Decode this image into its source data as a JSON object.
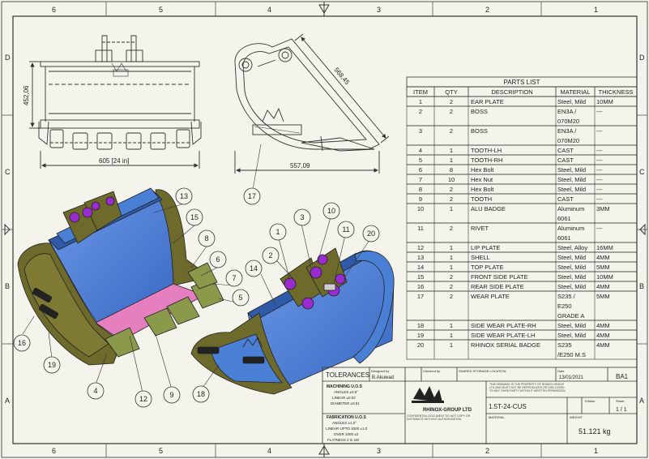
{
  "zones": {
    "cols_top": [
      "6",
      "5",
      "4",
      "3",
      "2",
      "1"
    ],
    "cols_bottom": [
      "6",
      "5",
      "4",
      "3",
      "2",
      "1"
    ],
    "rows_left": [
      "D",
      "C",
      "B",
      "A"
    ],
    "rows_right": [
      "D",
      "C",
      "B",
      "A"
    ]
  },
  "dimensions": {
    "front_height": "452,06",
    "front_width": "605 [24 in]",
    "side_diagonal": "568,45",
    "side_width": "557,09"
  },
  "balloons": [
    "13",
    "15",
    "8",
    "6",
    "7",
    "5",
    "16",
    "19",
    "4",
    "12",
    "9",
    "18",
    "1",
    "3",
    "10",
    "11",
    "20",
    "2",
    "14",
    "17"
  ],
  "parts_list": {
    "title": "PARTS LIST",
    "headers": [
      "ITEM",
      "QTY",
      "DESCRIPTION",
      "MATERIAL",
      "THICKNESS"
    ],
    "rows": [
      {
        "item": "1",
        "qty": "2",
        "desc": "EAR PLATE",
        "mat": [
          "Steel, Mild"
        ],
        "thk": "10MM"
      },
      {
        "item": "2",
        "qty": "2",
        "desc": "BOSS",
        "mat": [
          "EN3A /",
          "070M20"
        ],
        "thk": "---"
      },
      {
        "item": "3",
        "qty": "2",
        "desc": "BOSS",
        "mat": [
          "EN3A /",
          "070M20"
        ],
        "thk": "---"
      },
      {
        "item": "4",
        "qty": "1",
        "desc": "TOOTH-LH",
        "mat": [
          "CAST"
        ],
        "thk": "---"
      },
      {
        "item": "5",
        "qty": "1",
        "desc": "TOOTH-RH",
        "mat": [
          "CAST"
        ],
        "thk": "---"
      },
      {
        "item": "6",
        "qty": "8",
        "desc": "Hex Bolt",
        "mat": [
          "Steel, Mild"
        ],
        "thk": "---"
      },
      {
        "item": "7",
        "qty": "10",
        "desc": "Hex Nut",
        "mat": [
          "Steel, Mild"
        ],
        "thk": "---"
      },
      {
        "item": "8",
        "qty": "2",
        "desc": "Hex Bolt",
        "mat": [
          "Steel, Mild"
        ],
        "thk": "---"
      },
      {
        "item": "9",
        "qty": "2",
        "desc": "TOOTH",
        "mat": [
          "CAST"
        ],
        "thk": "---"
      },
      {
        "item": "10",
        "qty": "1",
        "desc": "ALU BADGE",
        "mat": [
          "Aluminum",
          "6061"
        ],
        "thk": "3MM"
      },
      {
        "item": "11",
        "qty": "2",
        "desc": "RIVET",
        "mat": [
          "Aluminum",
          "6061"
        ],
        "thk": "---"
      },
      {
        "item": "12",
        "qty": "1",
        "desc": "LIP PLATE",
        "mat": [
          "Steel, Alloy"
        ],
        "thk": "16MM"
      },
      {
        "item": "13",
        "qty": "1",
        "desc": "SHELL",
        "mat": [
          "Steel, Mild"
        ],
        "thk": "4MM"
      },
      {
        "item": "14",
        "qty": "1",
        "desc": "TOP PLATE",
        "mat": [
          "Steel, Mild"
        ],
        "thk": "5MM"
      },
      {
        "item": "15",
        "qty": "2",
        "desc": "FRONT SIDE PLATE",
        "mat": [
          "Steel, Mild"
        ],
        "thk": "10MM"
      },
      {
        "item": "16",
        "qty": "2",
        "desc": "REAR SIDE PLATE",
        "mat": [
          "Steel, Mild"
        ],
        "thk": "4MM"
      },
      {
        "item": "17",
        "qty": "2",
        "desc": "WEAR PLATE",
        "mat": [
          "S235 /",
          "E250",
          "GRADE A"
        ],
        "thk": "5MM"
      },
      {
        "item": "18",
        "qty": "1",
        "desc": "SIDE WEAR PLATE-RH",
        "mat": [
          "Steel, Mild"
        ],
        "thk": "4MM"
      },
      {
        "item": "19",
        "qty": "1",
        "desc": "SIDE WEAR PLATE-LH",
        "mat": [
          "Steel, Mild"
        ],
        "thk": "4MM"
      },
      {
        "item": "20",
        "qty": "1",
        "desc": "RHINOX SERIAL BADGE",
        "mat": [
          "S235",
          "/E250 M.S"
        ],
        "thk": "4MM"
      }
    ]
  },
  "title_block": {
    "tolerances_label": "TOLERANCES",
    "machining_label": "MACHINING U.O.S",
    "machining_lines": [
      "ANGLES ±0.5°",
      "LINEAR ±0.02",
      "DIAMETER ±0.01"
    ],
    "fabrication_label": "FABRICATION U.O.S",
    "fabrication_lines": [
      "ANGLES ±1.0°",
      "LINEAR UPTO 1000 ±1.0",
      "OVER 1000 ±2",
      "FLATNESS 2 in 1M"
    ],
    "designed_by_label": "Designed by",
    "designer": "B.Akuwad",
    "checked_by_label": "Checked by",
    "location_label": "SHARED STORAGE LOCATION",
    "date_label": "Date",
    "date": "13/01/2021",
    "size": "BA1",
    "company": "RHINOX-GROUP LTD",
    "disclaimer": "THIS DRAWING IS THE PROPERTY OF RHINOX GROUP LTD AND MUST NOT BE REPRODUCED OR DISCLOSED TO ANY THIRD PARTY WITHOUT WRITTEN PERMISSION",
    "confidential": "CONFIDENTIAL DOCUMENT DO NOT COPY OR DISTRIBUTE WITHOUT AUTHORIZATION",
    "part_number": "1.5T-24-CUS",
    "edition_label": "Edition",
    "sheet_label": "Sheet",
    "sheet": "1 / 1",
    "material_label": "MATERIAL",
    "weight_label": "WEIGHT",
    "weight": "51.121 kg"
  },
  "colors": {
    "paper": "#f4f4ec",
    "line": "#333333",
    "bucket_blue": "#4a7fd6",
    "bucket_shadow": "#2f5aa8",
    "plate_olive": "#6d6a2c",
    "tooth_green": "#8a9a4a",
    "lip_pink": "#e67fbf",
    "ear_purple": "#9a2bd1"
  }
}
